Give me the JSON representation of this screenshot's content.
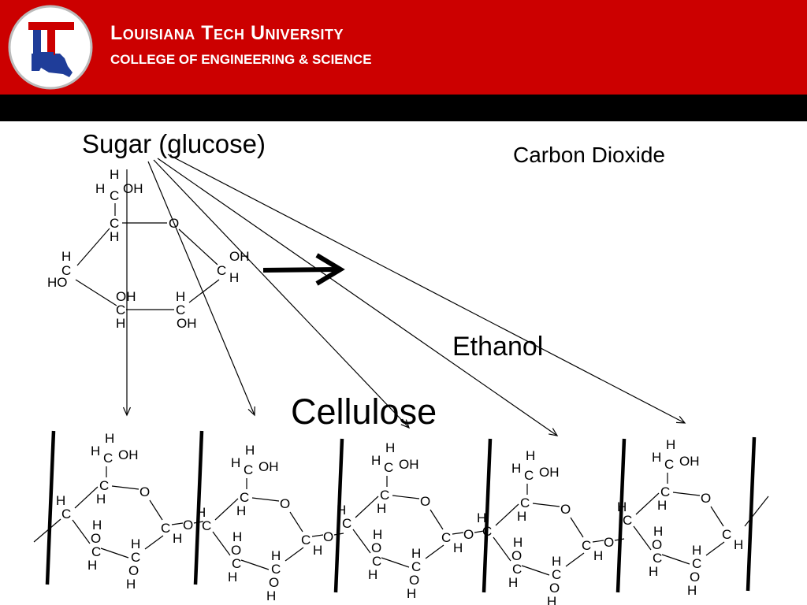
{
  "header": {
    "university": "Louisiana Tech University",
    "college": "COLLEGE OF ENGINEERING & SCIENCE",
    "logo_letters": "LT"
  },
  "labels": {
    "sugar": "Sugar (glucose)",
    "carbon_dioxide": "Carbon Dioxide",
    "ethanol": "Ethanol",
    "cellulose": "Cellulose"
  },
  "atoms": {
    "hydrogen": "H",
    "carbon": "C",
    "oxygen": "O",
    "hydroxyl": "OH",
    "hydroxyl_left": "HO"
  },
  "colors": {
    "banner": "#cc0000",
    "bar": "#000000",
    "logo_blue": "#1f3d99",
    "logo_red": "#cc0000"
  }
}
